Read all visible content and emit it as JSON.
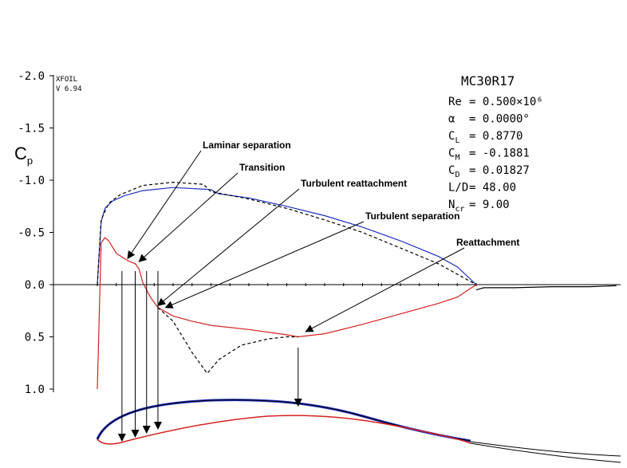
{
  "chart_data": {
    "type": "line",
    "title": "MC30R17",
    "program": [
      "XFOIL",
      "V 6.94"
    ],
    "ylabel": "Cp",
    "y_inverted": true,
    "ylim": [
      -2.0,
      1.0
    ],
    "xlim": [
      0,
      1
    ],
    "y_ticks": [
      -2.0,
      -1.5,
      -1.0,
      -0.5,
      0.0,
      0.5,
      1.0
    ],
    "y_tick_labels": [
      "-2.0",
      "-1.5",
      "-1.0",
      "-0.5",
      "0.0",
      "0.5",
      "1.0"
    ],
    "grid": false,
    "params": [
      {
        "name": "Re",
        "value": "= 0.500×10⁶"
      },
      {
        "name": "α",
        "value": "= 0.0000°"
      },
      {
        "name": "CL",
        "value": "= 0.8770"
      },
      {
        "name": "CM",
        "value": "= -0.1881"
      },
      {
        "name": "CD",
        "value": "= 0.01827"
      },
      {
        "name": "L/D",
        "value": "= 48.00"
      },
      {
        "name": "Ncr",
        "value": "= 9.00"
      }
    ],
    "series": [
      {
        "color": "#1f2fbf",
        "style": "solid",
        "x": [
          0.0,
          0.01,
          0.02,
          0.04,
          0.07,
          0.12,
          0.2,
          0.3,
          0.32,
          0.4,
          0.5,
          0.6,
          0.7,
          0.8,
          0.9,
          0.95,
          1.0
        ],
        "y": [
          0.0,
          -0.6,
          -0.73,
          -0.8,
          -0.85,
          -0.9,
          -0.93,
          -0.91,
          -0.87,
          -0.83,
          -0.75,
          -0.66,
          -0.55,
          -0.42,
          -0.27,
          -0.17,
          0.0
        ]
      },
      {
        "color": "#000000",
        "style": "dashed",
        "x": [
          0.0,
          0.01,
          0.03,
          0.06,
          0.12,
          0.2,
          0.28,
          0.3,
          0.4,
          0.5,
          0.6,
          0.7,
          0.8,
          0.9,
          1.0
        ],
        "y": [
          0.0,
          -0.62,
          -0.78,
          -0.86,
          -0.95,
          -0.98,
          -0.96,
          -0.89,
          -0.82,
          -0.73,
          -0.62,
          -0.5,
          -0.35,
          -0.2,
          0.0
        ]
      },
      {
        "color": "#d62020",
        "style": "solid",
        "x": [
          0.0,
          0.01,
          0.02,
          0.03,
          0.05,
          0.08,
          0.1,
          0.11,
          0.12,
          0.14,
          0.16,
          0.2,
          0.25,
          0.3,
          0.4,
          0.5,
          0.53,
          0.6,
          0.7,
          0.8,
          0.9,
          0.95,
          1.0
        ],
        "y": [
          1.0,
          -0.4,
          -0.45,
          -0.42,
          -0.3,
          -0.23,
          -0.2,
          -0.15,
          -0.02,
          0.12,
          0.22,
          0.3,
          0.35,
          0.39,
          0.43,
          0.48,
          0.5,
          0.47,
          0.38,
          0.28,
          0.18,
          0.12,
          0.0
        ]
      },
      {
        "color": "#000000",
        "style": "dashed",
        "x": [
          0.16,
          0.2,
          0.25,
          0.29,
          0.32,
          0.38,
          0.45,
          0.5,
          0.53
        ],
        "y": [
          0.22,
          0.35,
          0.65,
          0.85,
          0.72,
          0.58,
          0.52,
          0.5,
          0.5
        ]
      },
      {
        "color": "#000000",
        "style": "solid",
        "x": [
          1.0,
          1.02,
          1.1,
          1.2,
          1.3,
          1.37
        ],
        "y": [
          0.05,
          0.03,
          0.03,
          0.02,
          0.02,
          0.01
        ]
      }
    ],
    "annotations": [
      {
        "label": "Laminar separation",
        "x": 0.08,
        "y": -0.25
      },
      {
        "label": "Transition",
        "x": 0.11,
        "y": -0.22
      },
      {
        "label": "Turbulent reattachment",
        "x": 0.16,
        "y": 0.2
      },
      {
        "label": "Turbulent separation",
        "x": 0.18,
        "y": 0.22
      },
      {
        "label": "Reattachment",
        "x": 0.55,
        "y": 0.45
      }
    ]
  }
}
